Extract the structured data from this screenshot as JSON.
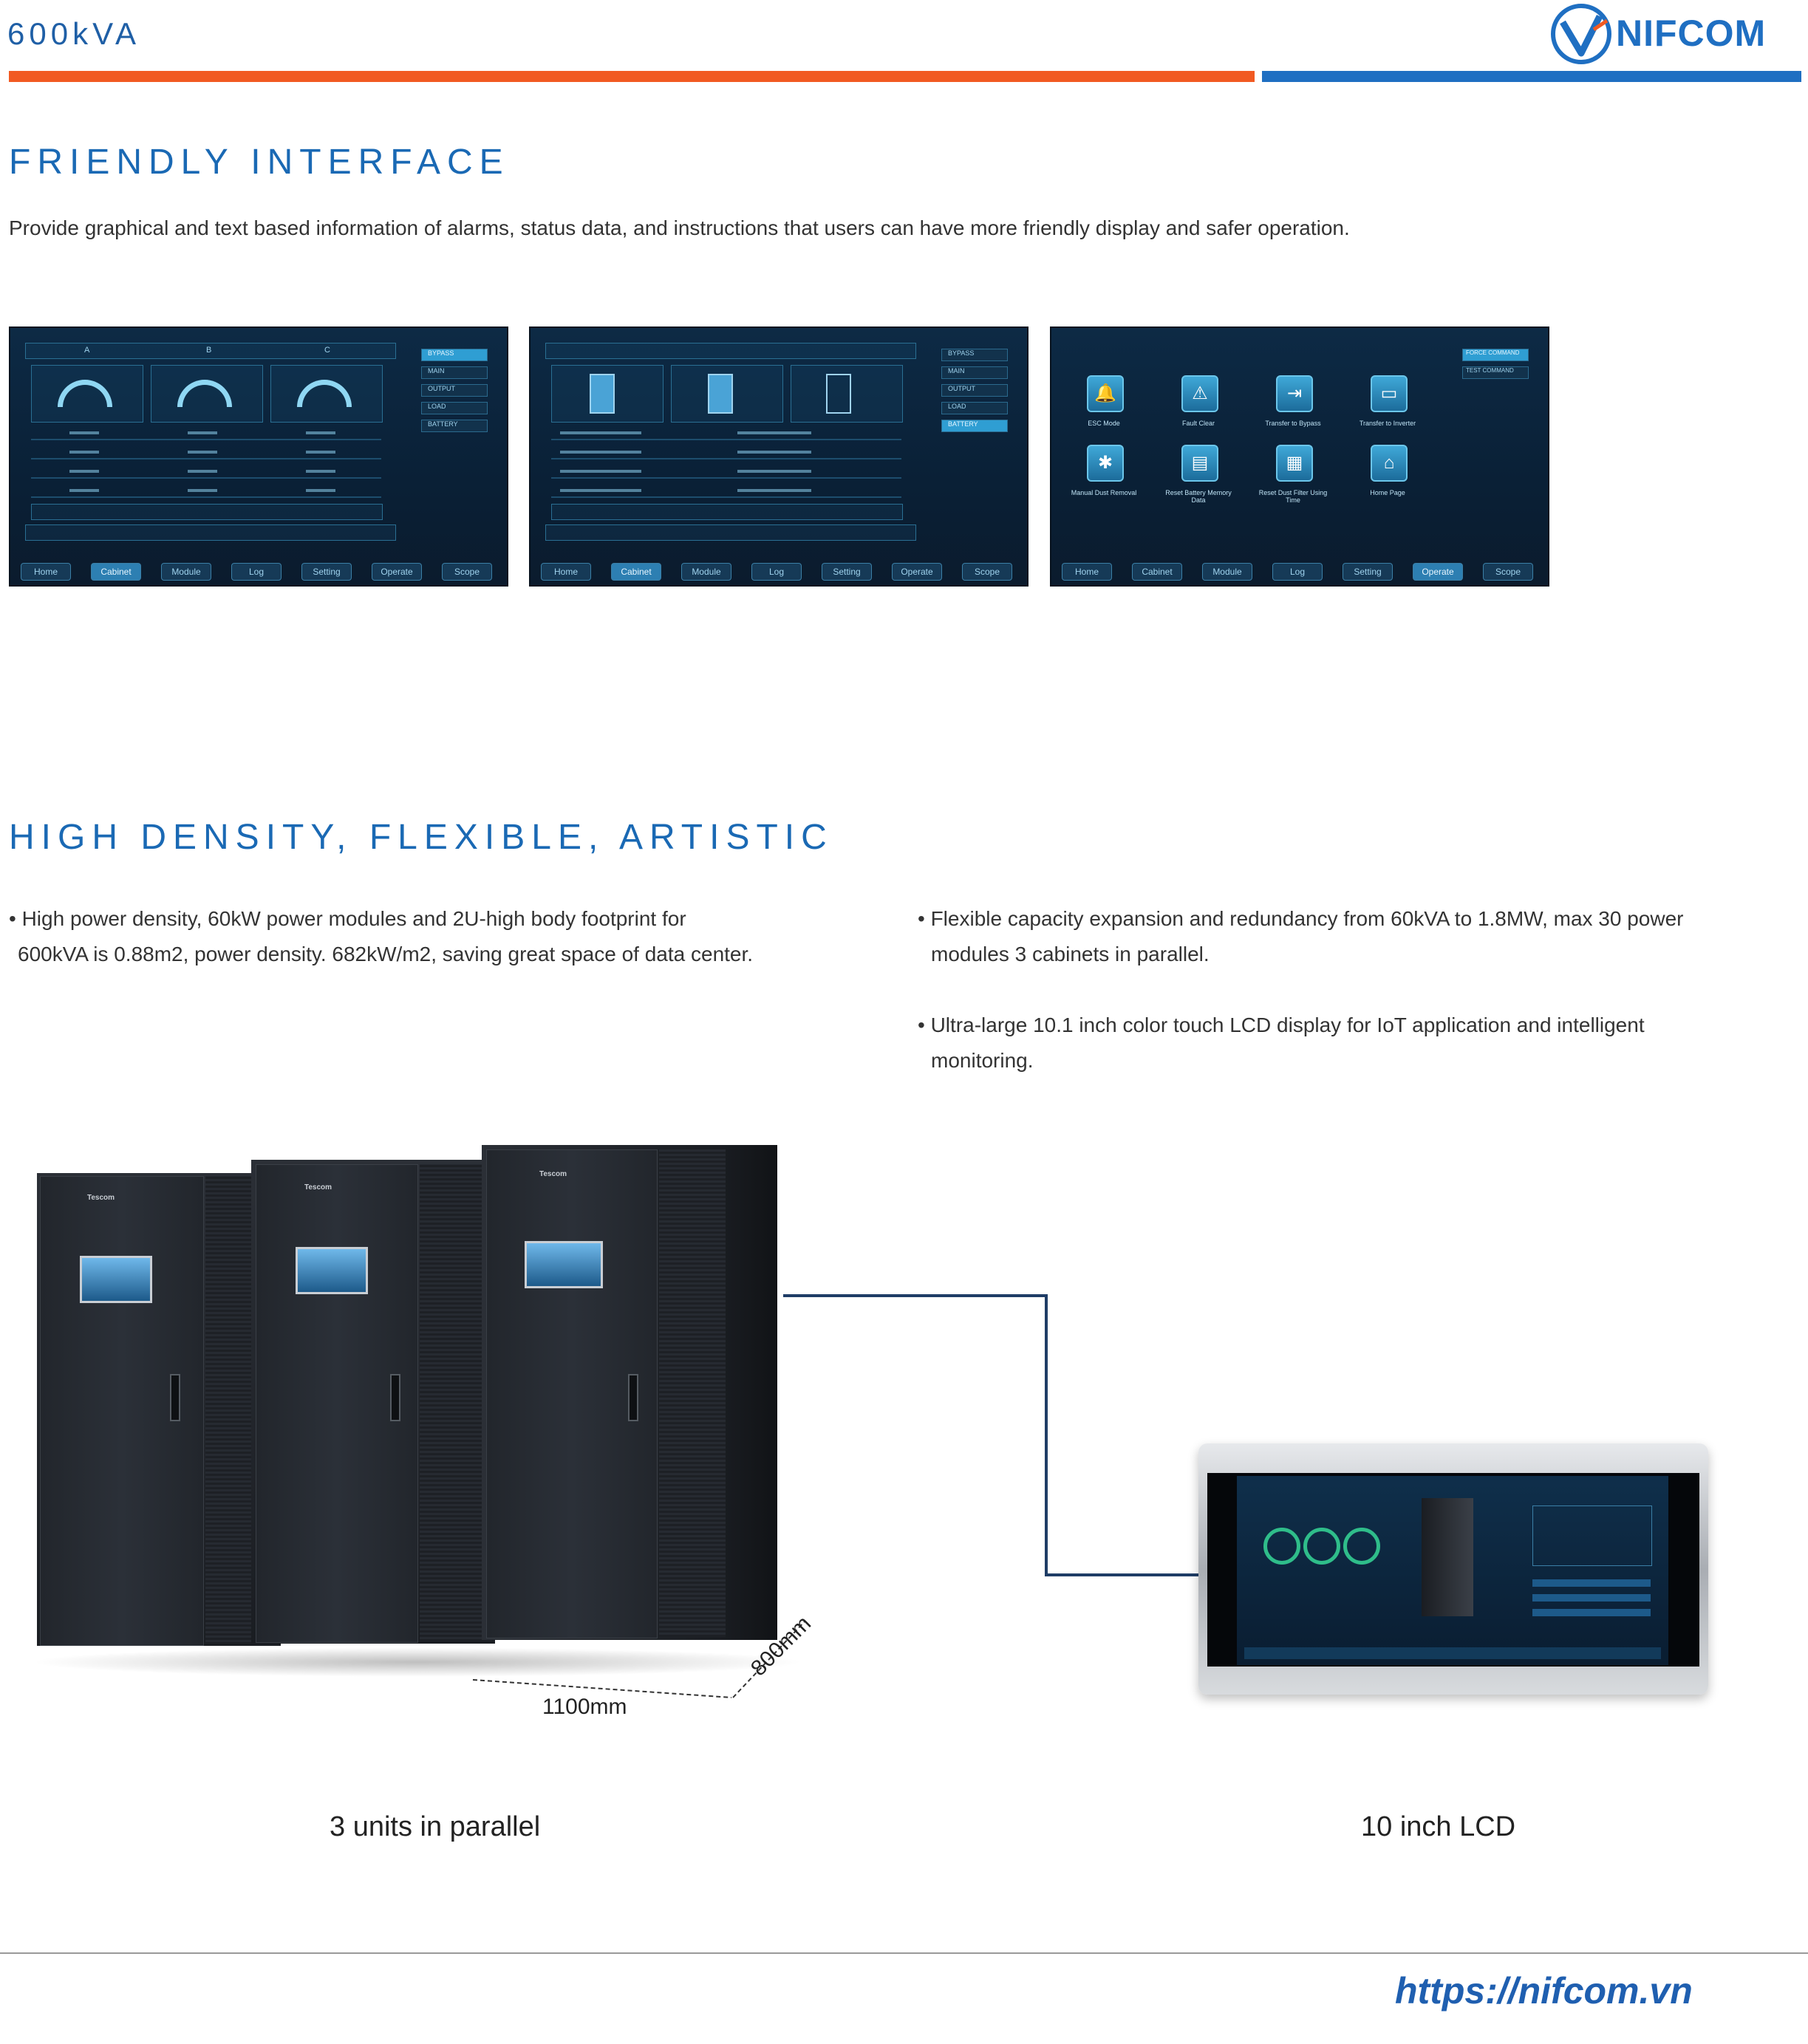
{
  "header": {
    "model": "600kVA",
    "brand": "NIFCOM"
  },
  "section1": {
    "title": "FRIENDLY INTERFACE",
    "description": "Provide graphical and text based information of alarms, status data, and instructions that users can have more friendly display and safer operation."
  },
  "screens": {
    "nav": [
      "Home",
      "Cabinet",
      "Module",
      "Log",
      "Setting",
      "Operate",
      "Scope"
    ],
    "screen1_cols": [
      "A",
      "B",
      "C"
    ],
    "screen1_side": [
      "BYPASS",
      "MAIN",
      "OUTPUT",
      "LOAD",
      "BATTERY"
    ],
    "screen3_side": [
      "FORCE COMMAND",
      "TEST COMMAND"
    ],
    "screen3_ops": [
      "ESC Mode",
      "Fault Clear",
      "Transfer to Bypass",
      "Transfer to Inverter",
      "Manual Dust Removal",
      "Reset Battery Memory Data",
      "Reset Dust Filter Using Time",
      "Home Page"
    ]
  },
  "section2": {
    "title": "HIGH DENSITY, FLEXIBLE, ARTISTIC",
    "bullet1_line1": "• High power density, 60kW power modules and 2U-high body footprint for",
    "bullet1_line2": "600kVA is 0.88m2, power density. 682kW/m2, saving great space of data center.",
    "bullet2_line1": "• Flexible capacity expansion and redundancy from 60kVA to 1.8MW, max 30 power",
    "bullet2_line2": "modules 3 cabinets in parallel.",
    "bullet3_line1": "• Ultra-large 10.1 inch color touch LCD display for IoT application and intelligent",
    "bullet3_line2": "monitoring."
  },
  "figure": {
    "brand_badge": "Tescom",
    "dim_width": "1100mm",
    "dim_depth": "800mm",
    "caption_left": "3 units in parallel",
    "caption_right": "10 inch LCD"
  },
  "footer": {
    "url": "https://nifcom.vn"
  },
  "colors": {
    "accent_blue": "#1a69b4",
    "bar_orange": "#f15a22",
    "bar_blue": "#1f6fc2"
  }
}
